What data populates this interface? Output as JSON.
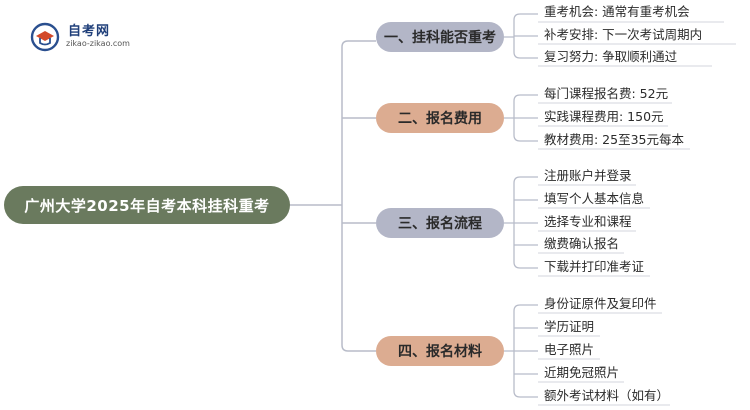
{
  "logo": {
    "title": "自考网",
    "url": "zikao-zikao.com",
    "icon": "graduation-cap-icon"
  },
  "root": {
    "label": "广州大学2025年自考本科挂科重考"
  },
  "branches": [
    {
      "label": "一、挂科能否重考",
      "leaves": [
        "重考机会: 通常有重考机会",
        "补考安排: 下一次考试周期内",
        "复习努力: 争取顺利通过"
      ]
    },
    {
      "label": "二、报名费用",
      "leaves": [
        "每门课程报名费: 52元",
        "实践课程费用: 150元",
        "教材费用: 25至35元每本"
      ]
    },
    {
      "label": "三、报名流程",
      "leaves": [
        "注册账户并登录",
        "填写个人基本信息",
        "选择专业和课程",
        "缴费确认报名",
        "下载并打印准考证"
      ]
    },
    {
      "label": "四、报名材料",
      "leaves": [
        "身份证原件及复印件",
        "学历证明",
        "电子照片",
        "近期免冠照片",
        "额外考试材料（如有）"
      ]
    }
  ],
  "colors": {
    "root_bg": "#6a7a5e",
    "branch_gray": "#b3b6c7",
    "branch_tan": "#dcac91",
    "line": "#b8bcc9"
  }
}
